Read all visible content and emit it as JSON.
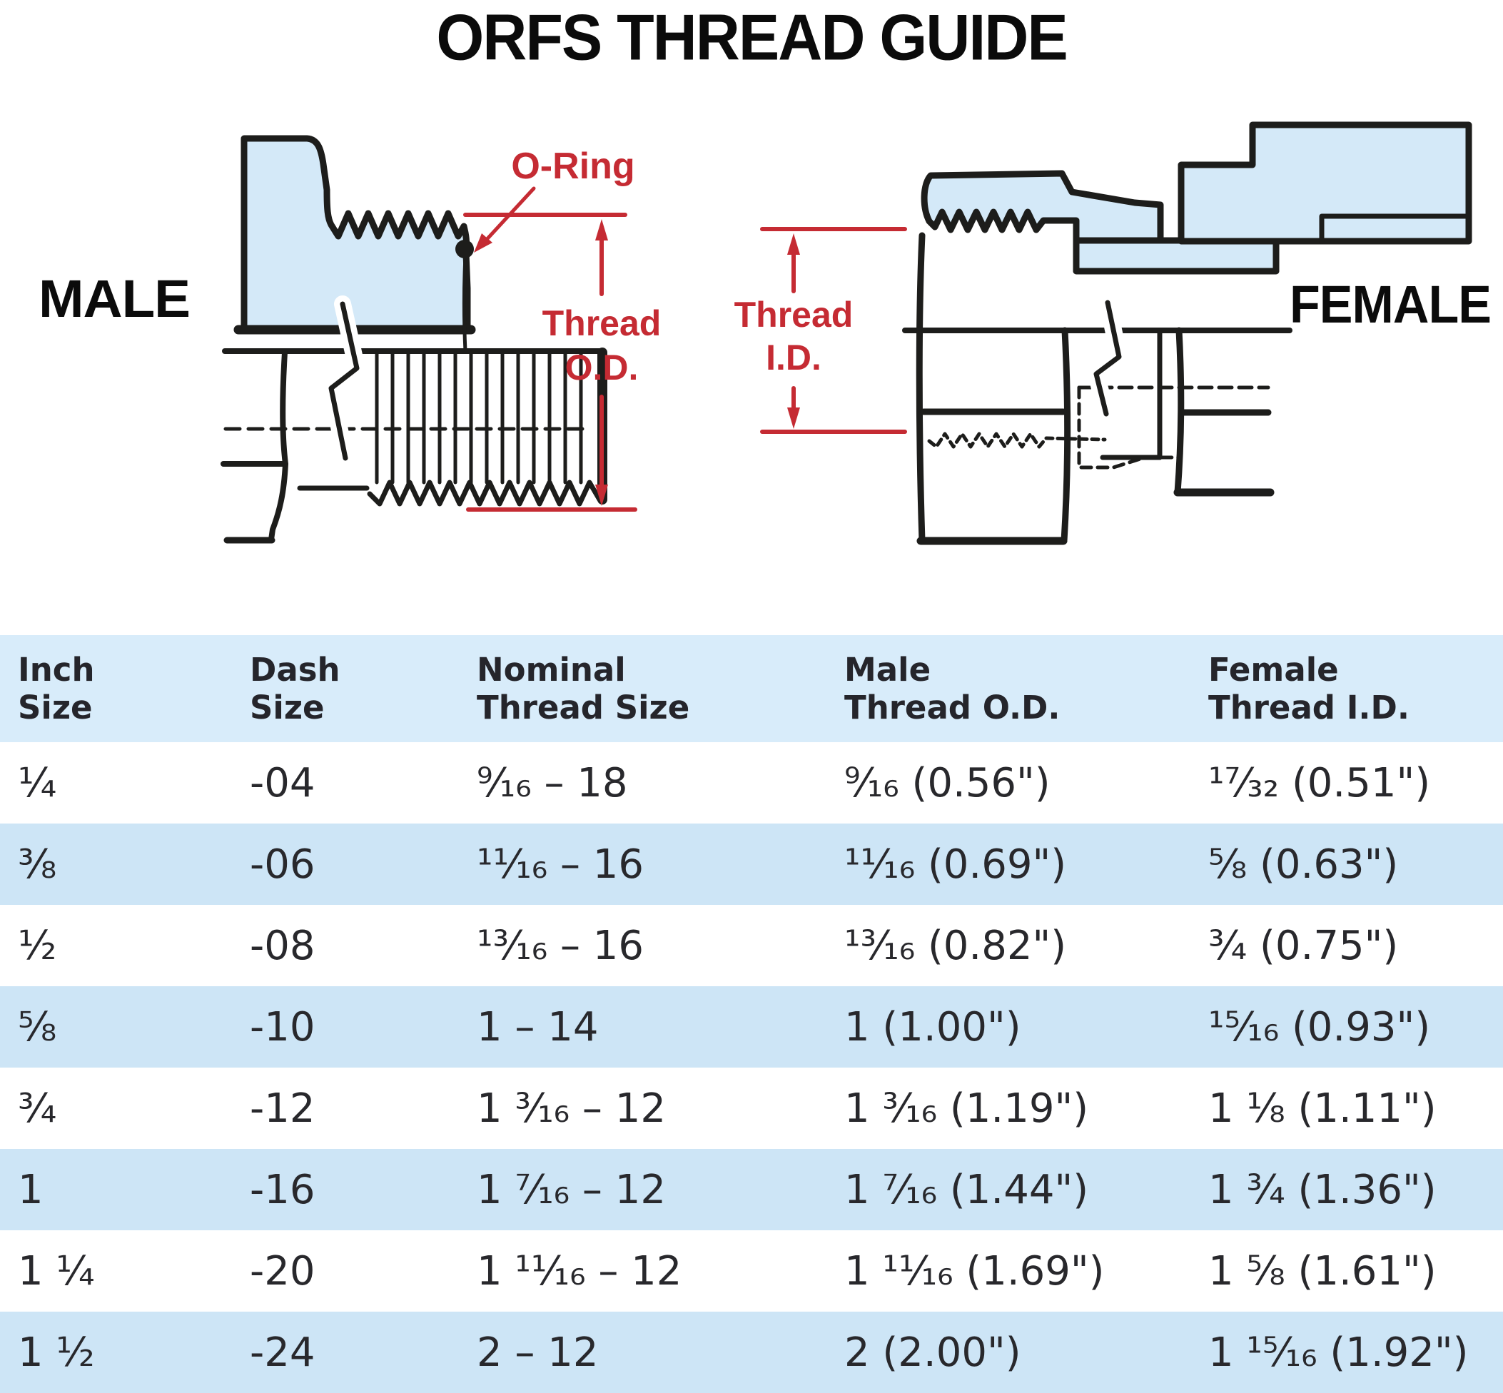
{
  "title": "ORFS THREAD GUIDE",
  "diagram": {
    "male_label": "MALE",
    "female_label": "FEMALE",
    "oring_label": "O-Ring",
    "thread_od": {
      "line1": "Thread",
      "line2": "O.D."
    },
    "thread_id": {
      "line1": "Thread",
      "line2": "I.D."
    },
    "colors": {
      "fitting_fill": "#d4e9f8",
      "outline": "#1d1d1b",
      "annotation_red": "#c52b33"
    }
  },
  "table": {
    "header_bg": "#d8ecfa",
    "alt_row_bg": "#cde5f6",
    "headers": [
      {
        "line1": "Inch",
        "line2": "Size"
      },
      {
        "line1": "Dash",
        "line2": "Size"
      },
      {
        "line1": "Nominal",
        "line2": "Thread Size"
      },
      {
        "line1": "Male",
        "line2": "Thread O.D."
      },
      {
        "line1": "Female",
        "line2": "Thread I.D."
      }
    ],
    "rows": [
      {
        "cells": [
          "¼",
          "-04",
          "⁹⁄₁₆ – 18",
          "⁹⁄₁₆ (0.56\")",
          "¹⁷⁄₃₂ (0.51\")"
        ]
      },
      {
        "cells": [
          "⅜",
          "-06",
          "¹¹⁄₁₆ – 16",
          "¹¹⁄₁₆ (0.69\")",
          "⁵⁄₈ (0.63\")"
        ]
      },
      {
        "cells": [
          "½",
          "-08",
          "¹³⁄₁₆ – 16",
          "¹³⁄₁₆ (0.82\")",
          "³⁄₄ (0.75\")"
        ]
      },
      {
        "cells": [
          "⅝",
          "-10",
          "1 – 14",
          "1 (1.00\")",
          "¹⁵⁄₁₆ (0.93\")"
        ]
      },
      {
        "cells": [
          "¾",
          "-12",
          "1 ³⁄₁₆ – 12",
          "1 ³⁄₁₆ (1.19\")",
          "1 ¹⁄₈ (1.11\")"
        ]
      },
      {
        "cells": [
          "1",
          "-16",
          "1 ⁷⁄₁₆ – 12",
          "1 ⁷⁄₁₆ (1.44\")",
          "1 ³⁄₄ (1.36\")"
        ]
      },
      {
        "cells": [
          "1 ¼",
          "-20",
          "1 ¹¹⁄₁₆ – 12",
          "1 ¹¹⁄₁₆ (1.69\")",
          "1 ⁵⁄₈ (1.61\")"
        ]
      },
      {
        "cells": [
          "1 ½",
          "-24",
          "2 – 12",
          "2 (2.00\")",
          "1 ¹⁵⁄₁₆ (1.92\")"
        ]
      }
    ]
  }
}
